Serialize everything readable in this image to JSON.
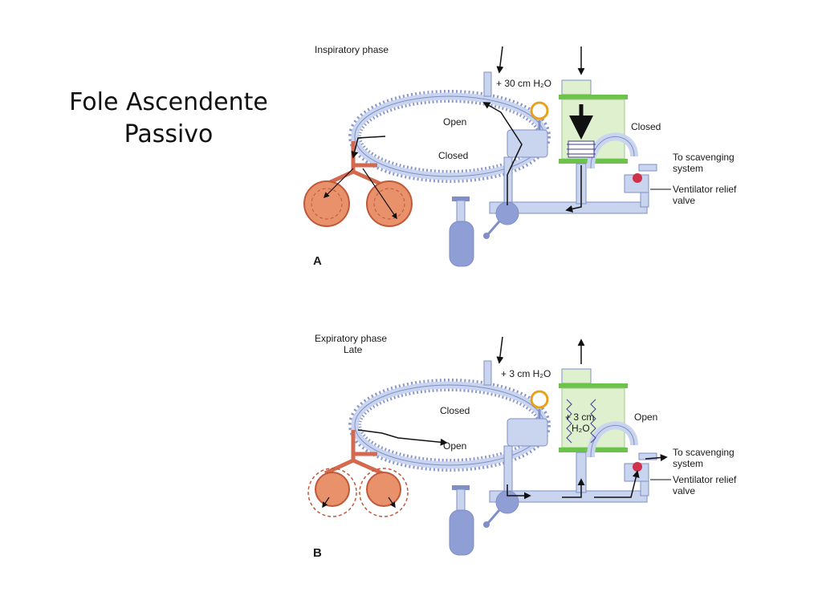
{
  "title": {
    "line1": "Fole Ascendente",
    "line2": "Passivo"
  },
  "colors": {
    "tube": "#c9d4ef",
    "tube_stroke": "#7f8fc6",
    "bellows_green": "#dff0cf",
    "green_plate": "#6cc24a",
    "lung": "#e8916b",
    "lung_stroke": "#c0583a",
    "red_tube": "#d36a4f",
    "valve_ball": "#d0314a",
    "gauge": "#e8a21a"
  },
  "panels": [
    {
      "letter": "A",
      "phase": "Inspiratory phase",
      "phase_line2": "",
      "pressure_main": "+ 30 cm H₂O",
      "bellows_pressure": "",
      "upper_valve": "Open",
      "lower_valve": "Closed",
      "relief_state": "Closed",
      "scavenging": [
        "To scavenging",
        "system"
      ],
      "relief_valve": [
        "Ventilator relief",
        "valve"
      ]
    },
    {
      "letter": "B",
      "phase": "Expiratory phase",
      "phase_line2": "Late",
      "pressure_main": "+ 3 cm H₂O",
      "bellows_pressure": [
        "+ 3 cm",
        "H₂O"
      ],
      "upper_valve": "Closed",
      "lower_valve": "Open",
      "relief_state": "Open",
      "scavenging": [
        "To scavenging",
        "system"
      ],
      "relief_valve": [
        "Ventilator relief",
        "valve"
      ]
    }
  ]
}
